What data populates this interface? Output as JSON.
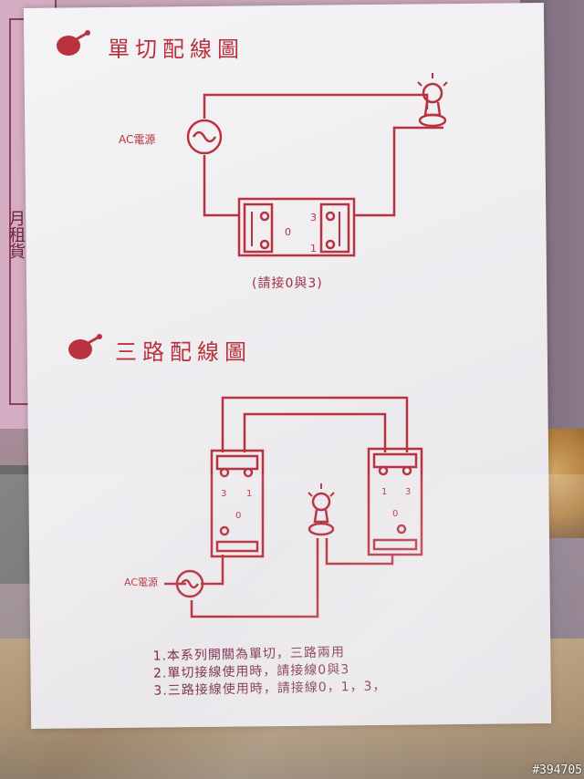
{
  "background": {
    "side_text": "月租貨"
  },
  "sheet": {
    "section1": {
      "title": "單切配線圖",
      "ac_label": "AC電源",
      "switch_labels": [
        "0",
        "3",
        "1"
      ],
      "connect_note": "(請接0與3)"
    },
    "section2": {
      "title": "三路配線圖",
      "ac_label": "AC電源",
      "left_switch_labels": [
        "3",
        "1",
        "0"
      ],
      "right_switch_labels": [
        "1",
        "3",
        "0"
      ]
    },
    "notes": [
      "1.本系列開關為單切，三路兩用",
      "2.單切接線使用時，請接線0與3",
      "3.三路接線使用時，請接線0，1，3，"
    ]
  },
  "watermark": "#394705",
  "colors": {
    "ink": "#b8323f",
    "paper": "#f1f0f2"
  }
}
